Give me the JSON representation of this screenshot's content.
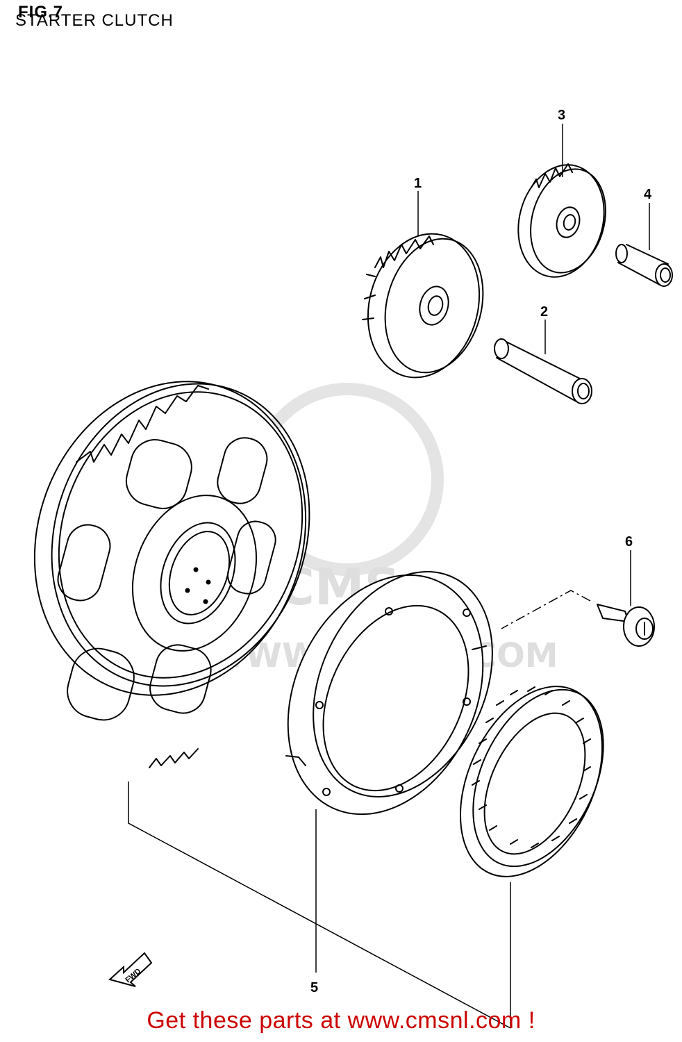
{
  "figure": {
    "title": "FIG.7",
    "subtitle": "STARTER CLUTCH"
  },
  "callouts": [
    "1",
    "2",
    "3",
    "4",
    "5",
    "6"
  ],
  "direction_marker": "FWD",
  "watermark": {
    "brand": "CMS",
    "url": "WWW.CMSNL.COM"
  },
  "footer": "Get these parts at www.cmsnl.com !",
  "colors": {
    "line": "#000000",
    "footer_text": "#cc0000",
    "watermark": "#dedede"
  }
}
